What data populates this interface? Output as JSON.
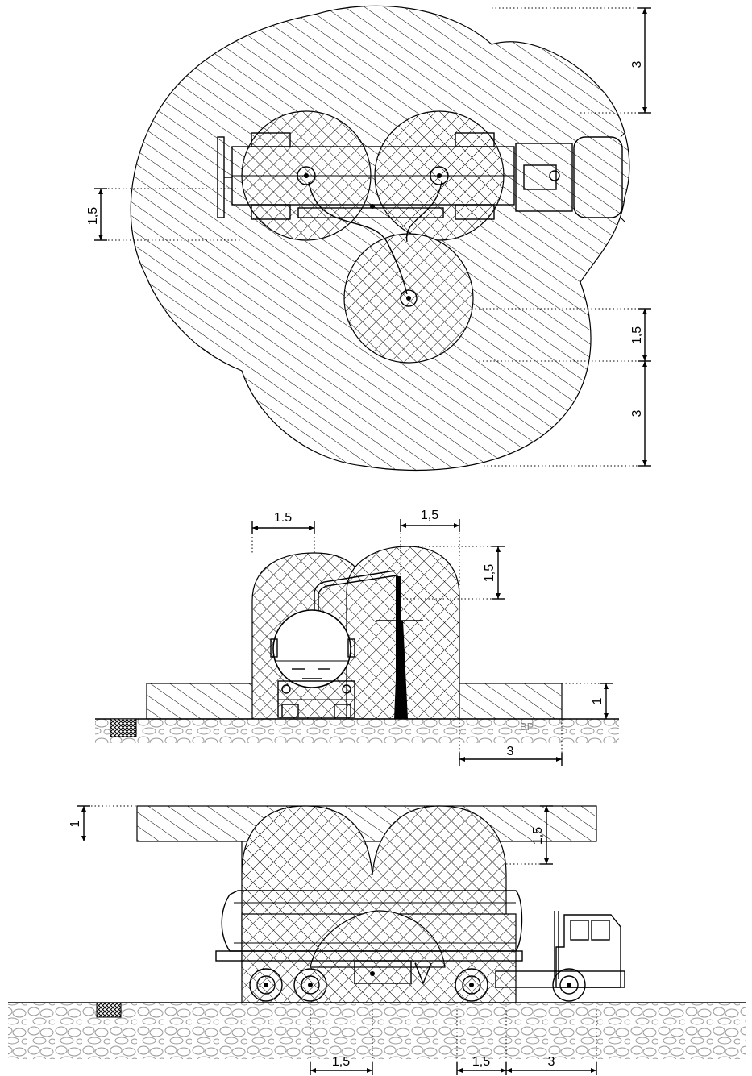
{
  "dimensions": {
    "plan_top": "3",
    "plan_left": "1,5",
    "plan_right_small": "1,5",
    "plan_right_large": "3",
    "rear_left_width": "1.5",
    "rear_right_width": "1,5",
    "rear_height": "1,5",
    "rear_base_height": "1",
    "rear_base_width": "3",
    "side_height": "1,5",
    "side_base_height": "1",
    "side_width_left": "1,5",
    "side_width_mid": "1,5",
    "side_width_right": "3"
  },
  "labels": {
    "ground_marker": "BP"
  },
  "colors": {
    "line": "#000000",
    "ground_texture": "#9a9a9a",
    "background": "#ffffff"
  }
}
